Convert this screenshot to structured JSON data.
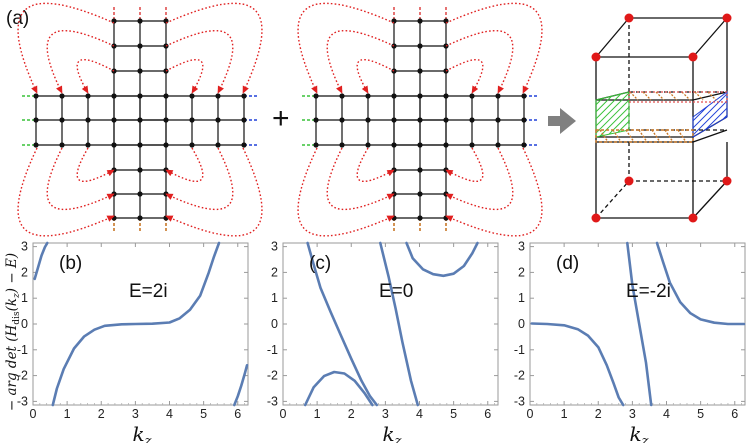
{
  "figure": {
    "panel_a_label": "(a)",
    "plus_sign": "+",
    "arrow": "➡",
    "shared_ylabel": "− arg det (H_dis(k_z) − E)",
    "xlabel": "k_z"
  },
  "colors": {
    "curve": "#5b7db3",
    "periodic_arrows": "#e02020",
    "boundary_green": "#38c238",
    "boundary_blue": "#2040d8",
    "boundary_orange": "#c87828",
    "corner_nodes": "#e01818",
    "frame": "#000000"
  },
  "chart_data": [
    {
      "type": "line",
      "panel_label": "(b)",
      "annotation": "E=2i",
      "xlim": [
        0,
        6.3
      ],
      "ylim": [
        -3.14,
        3.14
      ],
      "xticks": [
        "0",
        "1",
        "2",
        "3",
        "4",
        "5",
        "6"
      ],
      "yticks": [
        "-3",
        "-2",
        "-1",
        "0",
        "1",
        "2",
        "3"
      ],
      "xlabel": "k_z",
      "ylabel": "− arg det (H_dis(k_z) − E)",
      "series": [
        {
          "x": [
            0.05,
            0.15,
            0.25,
            0.35,
            0.42
          ],
          "y": [
            1.75,
            2.2,
            2.65,
            2.98,
            3.14
          ]
        },
        {
          "x": [
            0.58,
            0.7,
            0.9,
            1.2,
            1.5,
            1.8,
            2.1,
            2.6,
            3.0,
            3.5,
            4.0,
            4.3,
            4.6,
            4.9,
            5.15,
            5.3,
            5.45
          ],
          "y": [
            -3.14,
            -2.5,
            -1.75,
            -0.95,
            -0.48,
            -0.22,
            -0.07,
            -0.01,
            0.0,
            0.01,
            0.06,
            0.22,
            0.55,
            1.1,
            2.0,
            2.6,
            3.14
          ]
        },
        {
          "x": [
            5.9,
            6.0,
            6.1,
            6.2,
            6.27
          ],
          "y": [
            -3.14,
            -2.8,
            -2.4,
            -1.95,
            -1.6
          ]
        }
      ]
    },
    {
      "type": "line",
      "panel_label": "(c)",
      "annotation": "E=0",
      "xlim": [
        0,
        6.3
      ],
      "ylim": [
        -3.14,
        3.14
      ],
      "xticks": [
        "0",
        "1",
        "2",
        "3",
        "4",
        "5",
        "6"
      ],
      "yticks": [
        "-3",
        "-2",
        "-1",
        "0",
        "1",
        "2",
        "3"
      ],
      "xlabel": "k_z",
      "ylabel": "",
      "series": [
        {
          "x": [
            0.72,
            0.9,
            1.1,
            1.4,
            1.7,
            2.0,
            2.3,
            2.55,
            2.75
          ],
          "y": [
            3.14,
            2.3,
            1.4,
            0.45,
            -0.45,
            -1.35,
            -2.2,
            -2.8,
            -3.14
          ]
        },
        {
          "x": [
            0.65,
            0.9,
            1.2,
            1.5,
            1.8,
            2.1,
            2.4,
            2.62
          ],
          "y": [
            -3.14,
            -2.45,
            -2.02,
            -1.86,
            -1.92,
            -2.2,
            -2.7,
            -3.14
          ]
        },
        {
          "x": [
            2.85,
            3.1,
            3.3,
            3.5,
            3.75,
            3.95
          ],
          "y": [
            3.14,
            1.8,
            0.6,
            -0.7,
            -2.2,
            -3.14
          ]
        },
        {
          "x": [
            3.62,
            3.8,
            4.1,
            4.4,
            4.7,
            5.0,
            5.3,
            5.55,
            5.7
          ],
          "y": [
            3.14,
            2.55,
            2.12,
            1.93,
            1.87,
            1.95,
            2.25,
            2.75,
            3.14
          ]
        }
      ]
    },
    {
      "type": "line",
      "panel_label": "(d)",
      "annotation": "E=-2i",
      "xlim": [
        0,
        6.3
      ],
      "ylim": [
        -3.14,
        3.14
      ],
      "xticks": [
        "0",
        "1",
        "2",
        "3",
        "4",
        "5",
        "6"
      ],
      "yticks": [
        "-3",
        "-2",
        "-1",
        "0",
        "1",
        "2",
        "3"
      ],
      "xlabel": "k_z",
      "ylabel": "",
      "series": [
        {
          "x": [
            0.05,
            0.5,
            1.0,
            1.4,
            1.7,
            2.0,
            2.25,
            2.45,
            2.6,
            2.73
          ],
          "y": [
            0.02,
            0.0,
            -0.05,
            -0.2,
            -0.45,
            -0.9,
            -1.6,
            -2.3,
            -2.85,
            -3.14
          ]
        },
        {
          "x": [
            2.85,
            3.0,
            3.2,
            3.4,
            3.55
          ],
          "y": [
            3.14,
            1.5,
            0.0,
            -1.5,
            -3.14
          ]
        },
        {
          "x": [
            3.72,
            3.9,
            4.1,
            4.4,
            4.7,
            5.0,
            5.4,
            5.8,
            6.27
          ],
          "y": [
            3.14,
            2.4,
            1.6,
            0.85,
            0.42,
            0.18,
            0.05,
            0.0,
            0.0
          ]
        }
      ]
    }
  ]
}
